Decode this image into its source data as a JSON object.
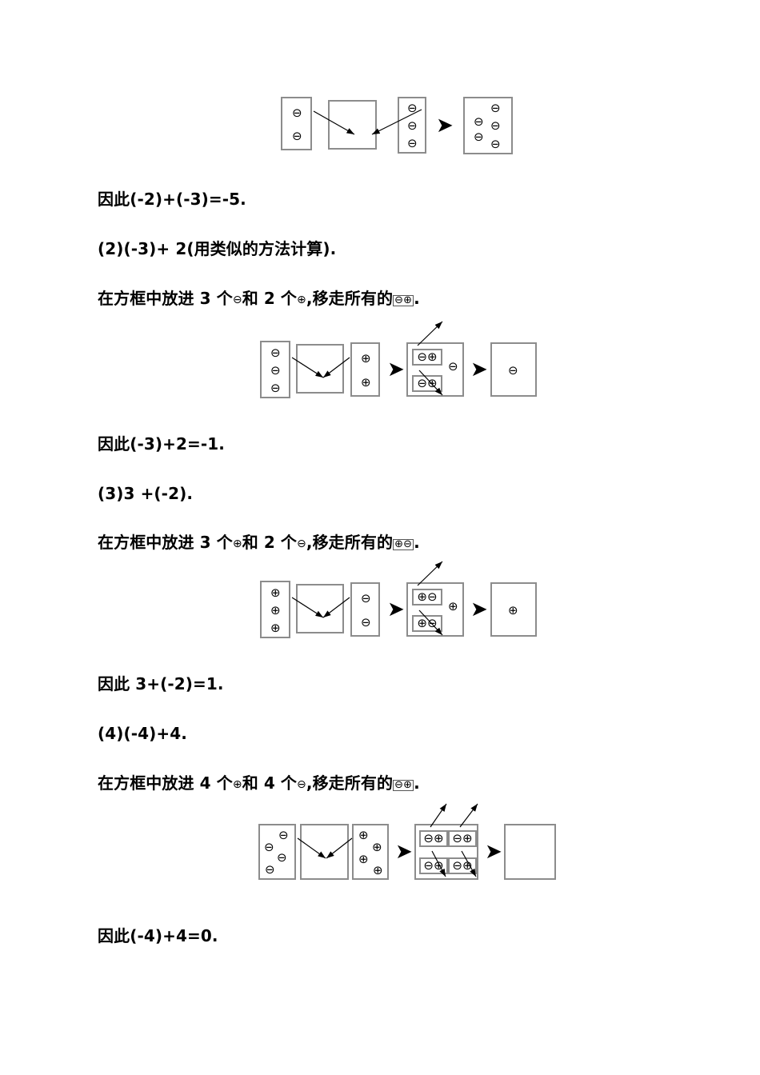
{
  "document": {
    "page_background": "#ffffff",
    "box_border_color": "#8c8c8c",
    "text_color": "#000000",
    "minus_symbol": "⊖",
    "plus_symbol": "⊕",
    "black_arrow": "➤"
  },
  "lines": {
    "l1_conclusion_1": "因此(-2)+(-3)=-5.",
    "l2_problem_2": "(2)(-3)+ 2(用类似的方法计算).",
    "l3_instruction_2_a": "在方框中放进 3 个",
    "l3_instruction_2_b": "和 2 个",
    "l3_instruction_2_c": ",移走所有的",
    "l3_instruction_2_d": ".",
    "l4_conclusion_2": "因此(-3)+2=-1.",
    "l5_problem_3": "(3)3 +(-2).",
    "l6_instruction_3_a": "在方框中放进 3 个",
    "l6_instruction_3_b": "和 2 个",
    "l6_instruction_3_c": ",移走所有的",
    "l6_instruction_3_d": ".",
    "l7_conclusion_3": "因此 3+(-2)=1.",
    "l8_problem_4": "(4)(-4)+4.",
    "l9_instruction_4_a": "在方框中放进 4 个",
    "l9_instruction_4_b": "和 4 个",
    "l9_instruction_4_c": ",移走所有的",
    "l9_instruction_4_d": ".",
    "l10_conclusion_4": "因此(-4)+4=0."
  },
  "inline_symbols": {
    "minus": "⊖",
    "plus": "⊕",
    "pair_minus_plus": "⊖⊕",
    "pair_plus_minus": "⊕⊖"
  },
  "diagrams": [
    {
      "id": "diagram-1",
      "caption_ref": "(-2)+(-3)=-5",
      "boxes": [
        {
          "role": "addend-left",
          "tokens": [
            "⊖",
            "⊖"
          ],
          "count": 2,
          "sign": "minus"
        },
        {
          "role": "mixing-box",
          "tokens": [],
          "count": 0,
          "sign": "none"
        },
        {
          "role": "addend-right",
          "tokens": [
            "⊖",
            "⊖",
            "⊖"
          ],
          "count": 3,
          "sign": "minus"
        },
        {
          "role": "result",
          "tokens": [
            "⊖",
            "⊖",
            "⊖",
            "⊖",
            "⊖"
          ],
          "count": 5,
          "sign": "minus"
        }
      ],
      "pairs_removed": 0
    },
    {
      "id": "diagram-2",
      "caption_ref": "(-3)+2=-1",
      "boxes": [
        {
          "role": "addend-left",
          "tokens": [
            "⊖",
            "⊖",
            "⊖"
          ],
          "count": 3,
          "sign": "minus"
        },
        {
          "role": "mixing-box",
          "tokens": [],
          "count": 0,
          "sign": "none"
        },
        {
          "role": "addend-right",
          "tokens": [
            "⊕",
            "⊕"
          ],
          "count": 2,
          "sign": "plus"
        },
        {
          "role": "cancellation",
          "pairs": [
            "⊖⊕",
            "⊖⊕"
          ],
          "leftover": [
            "⊖"
          ]
        },
        {
          "role": "result",
          "tokens": [
            "⊖"
          ],
          "count": 1,
          "sign": "minus"
        }
      ],
      "pairs_removed": 2
    },
    {
      "id": "diagram-3",
      "caption_ref": "3+(-2)=1",
      "boxes": [
        {
          "role": "addend-left",
          "tokens": [
            "⊕",
            "⊕",
            "⊕"
          ],
          "count": 3,
          "sign": "plus"
        },
        {
          "role": "mixing-box",
          "tokens": [],
          "count": 0,
          "sign": "none"
        },
        {
          "role": "addend-right",
          "tokens": [
            "⊖",
            "⊖"
          ],
          "count": 2,
          "sign": "minus"
        },
        {
          "role": "cancellation",
          "pairs": [
            "⊕⊖",
            "⊕⊖"
          ],
          "leftover": [
            "⊕"
          ]
        },
        {
          "role": "result",
          "tokens": [
            "⊕"
          ],
          "count": 1,
          "sign": "plus"
        }
      ],
      "pairs_removed": 2
    },
    {
      "id": "diagram-4",
      "caption_ref": "(-4)+4=0",
      "boxes": [
        {
          "role": "addend-left",
          "tokens": [
            "⊖",
            "⊖",
            "⊖",
            "⊖"
          ],
          "count": 4,
          "sign": "minus"
        },
        {
          "role": "mixing-box",
          "tokens": [],
          "count": 0,
          "sign": "none"
        },
        {
          "role": "addend-right",
          "tokens": [
            "⊕",
            "⊕",
            "⊕",
            "⊕"
          ],
          "count": 4,
          "sign": "plus"
        },
        {
          "role": "cancellation",
          "pairs": [
            "⊖⊕",
            "⊖⊕",
            "⊖⊕",
            "⊖⊕"
          ],
          "leftover": []
        },
        {
          "role": "result",
          "tokens": [],
          "count": 0,
          "sign": "none"
        }
      ],
      "pairs_removed": 4
    }
  ]
}
